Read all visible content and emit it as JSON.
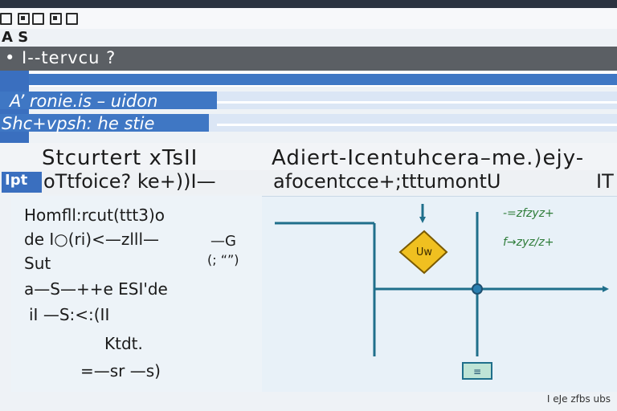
{
  "toolbar": {
    "icons": [
      "file-icon",
      "save-icon",
      "folder-icon",
      "grid-icon",
      "window-icon"
    ]
  },
  "menu": {
    "label": "A S"
  },
  "address": {
    "text": "• I--tervcu ?"
  },
  "banner": {
    "line1": "A’ ronie.is – uidon",
    "line2": "Shc+vpsh: he stie"
  },
  "heading": {
    "left": "Stcurtert xTsII",
    "right": "Adiert-Icentuhcera–me.)ejy-"
  },
  "subheading": {
    "badge": "Ipt",
    "left": "oTtfoice? ke+))I—",
    "right": "afocentcce+;tttumontU",
    "end": "IT"
  },
  "left_panel": {
    "lines": [
      "Homfll:rcut(ttt3)o",
      "de I○(ri)<—zlll—",
      "Sut",
      "a—S—++e ESI'de",
      "iI   —S:<:(II",
      "Ktdt.",
      "=—sr —s)"
    ],
    "snippets": [
      "—G",
      "(; “”)"
    ]
  },
  "diagram": {
    "node_label": "Uw",
    "annotations": [
      "-=zfzyz+",
      "f→zyz/z+"
    ],
    "box_label": "≡"
  },
  "footer": {
    "text": "I eJe zfbs ubs"
  },
  "colors": {
    "accent": "#3f77c4",
    "address": "#5b5f64",
    "line": "#1f6f8b",
    "node": "#f0c020",
    "annot": "#2f7d3a"
  }
}
